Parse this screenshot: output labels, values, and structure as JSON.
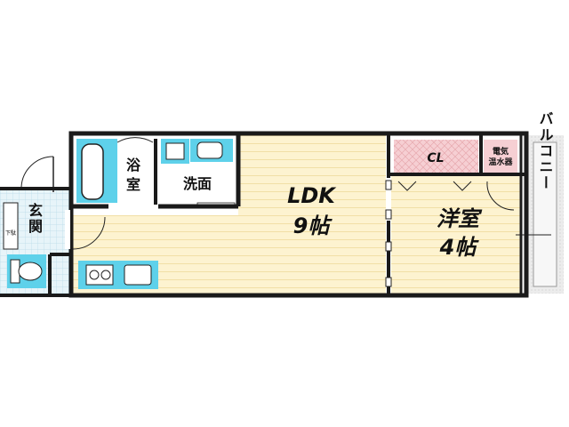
{
  "floorplan": {
    "rooms": {
      "bath": "浴室",
      "washroom": "洗面",
      "ldk_name": "LDK",
      "ldk_size": "9帖",
      "western_name": "洋室",
      "western_size": "4帖",
      "closet": "CL",
      "water_heater_line1": "電気",
      "water_heater_line2": "温水器",
      "balcony": "バルコニー",
      "entrance": "玄関",
      "shoe_box": "下駄"
    },
    "colors": {
      "wall": "#1a1a1a",
      "wood_floor": "#fdf3d0",
      "wood_grain": "#f1dfa6",
      "wet_tile": "#5ed1ea",
      "wet_floor": "#e7f4f9",
      "closet_fill": "#f6cfd3",
      "balcony_fill": "#ececec"
    }
  }
}
